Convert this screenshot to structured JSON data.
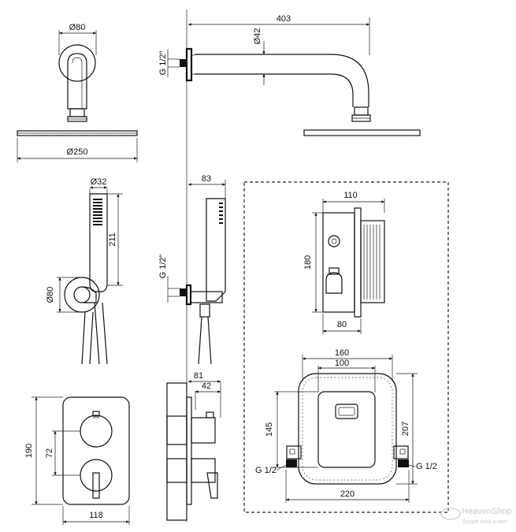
{
  "head_shower": {
    "arm_diameter": "Ø80",
    "head_diameter": "Ø250"
  },
  "wall_arm": {
    "length": "403",
    "pipe_diameter": "Ø42",
    "thread": "G 1/2\""
  },
  "hand_shower": {
    "handle_diameter": "Ø32",
    "length": "211",
    "holder_diameter": "Ø80",
    "depth": "83",
    "thread": "G 1/2\""
  },
  "mixer": {
    "width": "118",
    "height": "190",
    "knob_spacing": "72",
    "depth_total": "81",
    "depth_front": "42"
  },
  "box_side": {
    "height": "180",
    "width": "110",
    "depth": "80"
  },
  "box_front": {
    "outer_width": "160",
    "inner_width": "100",
    "height_inner": "145",
    "height_outer": "207",
    "mount_width": "220",
    "thread_left": "G 1/2",
    "thread_right": "G 1/2"
  },
  "watermark": {
    "brand": "HeavenShop",
    "tagline": "kyzyfe mba u neiv"
  }
}
